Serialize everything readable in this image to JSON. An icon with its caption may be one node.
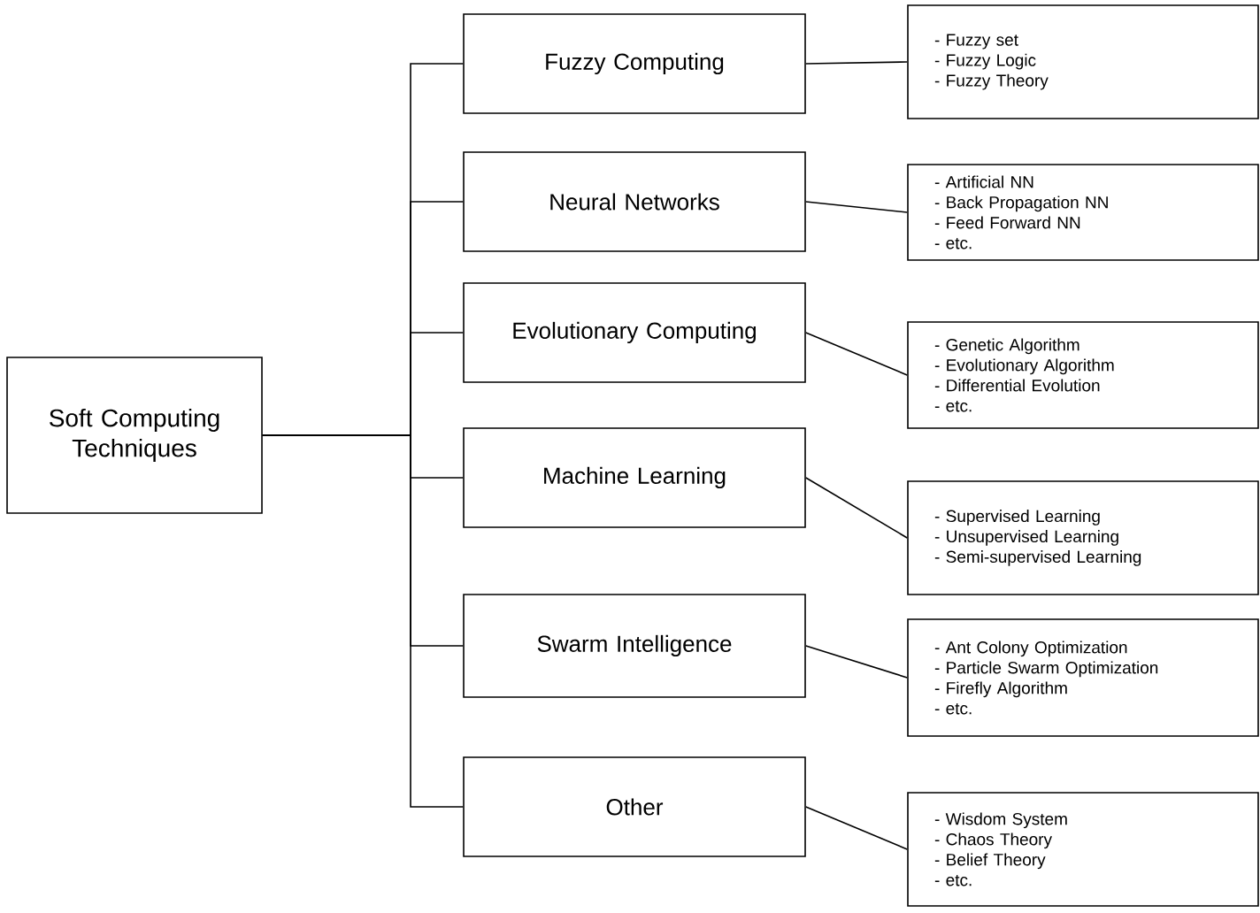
{
  "diagram": {
    "nodes": [
      {
        "text": [
          "Soft Computing Techniques"
        ]
      },
      {
        "text": [
          "Fuzzy Computing"
        ]
      },
      {
        "text": [
          "Neural Networks"
        ]
      },
      {
        "text": [
          "Evolutionary Computing"
        ]
      },
      {
        "text": [
          "Machine Learning"
        ]
      },
      {
        "text": [
          "Swarm Intelligence"
        ]
      },
      {
        "text": [
          "Other"
        ]
      },
      {
        "text": [
          "- Fuzzy set",
          "- Fuzzy Logic",
          "- Fuzzy Theory"
        ]
      },
      {
        "text": [
          "- Artificial NN",
          "- Back Propagation NN",
          "- Feed Forward NN",
          "- etc."
        ]
      },
      {
        "text": [
          "- Genetic Algorithm",
          "- Evolutionary Algorithm",
          "- Differential Evolution",
          "- etc."
        ]
      },
      {
        "text": [
          "- Supervised Learning",
          "- Unsupervised Learning",
          "- Semi-supervised Learning"
        ]
      },
      {
        "text": [
          "- Ant Colony Optimization",
          "- Particle Swarm Optimization",
          "- Firefly Algorithm",
          "- etc."
        ]
      },
      {
        "text": [
          "- Wisdom System",
          "- Chaos Theory",
          "- Belief Theory",
          "- etc."
        ]
      }
    ],
    "edges": [
      {
        "from": 0,
        "to": 1,
        "arrow": "none"
      },
      {
        "from": 0,
        "to": 2,
        "arrow": "none"
      },
      {
        "from": 0,
        "to": 3,
        "arrow": "none"
      },
      {
        "from": 0,
        "to": 4,
        "arrow": "none"
      },
      {
        "from": 0,
        "to": 5,
        "arrow": "none"
      },
      {
        "from": 0,
        "to": 6,
        "arrow": "none"
      },
      {
        "from": 1,
        "to": 7,
        "arrow": "none"
      },
      {
        "from": 2,
        "to": 8,
        "arrow": "none"
      },
      {
        "from": 3,
        "to": 9,
        "arrow": "none"
      },
      {
        "from": 4,
        "to": 10,
        "arrow": "none"
      },
      {
        "from": 5,
        "to": 11,
        "arrow": "none"
      },
      {
        "from": 6,
        "to": 12,
        "arrow": "none"
      }
    ]
  }
}
